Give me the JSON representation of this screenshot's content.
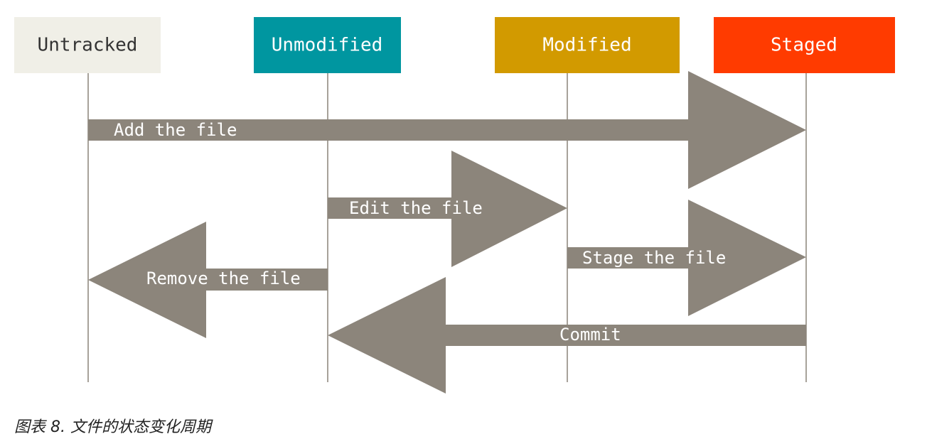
{
  "states": [
    {
      "label": "Untracked",
      "fill": "#f0efe7",
      "text_color": "#333333"
    },
    {
      "label": "Unmodified",
      "fill": "#0096a0",
      "text_color": "#ffffff"
    },
    {
      "label": "Modified",
      "fill": "#d29a00",
      "text_color": "#ffffff"
    },
    {
      "label": "Staged",
      "fill": "#ff3b00",
      "text_color": "#ffffff"
    }
  ],
  "transitions": [
    {
      "label": "Add the file",
      "from": "Untracked",
      "to": "Staged"
    },
    {
      "label": "Edit the file",
      "from": "Unmodified",
      "to": "Modified"
    },
    {
      "label": "Stage the file",
      "from": "Modified",
      "to": "Staged"
    },
    {
      "label": "Remove the file",
      "from": "Unmodified",
      "to": "Untracked"
    },
    {
      "label": "Commit",
      "from": "Staged",
      "to": "Unmodified"
    }
  ],
  "colors": {
    "arrow": "#8c857b",
    "lifeline": "#a7a29a"
  },
  "caption": "图表 8. 文件的状态变化周期"
}
